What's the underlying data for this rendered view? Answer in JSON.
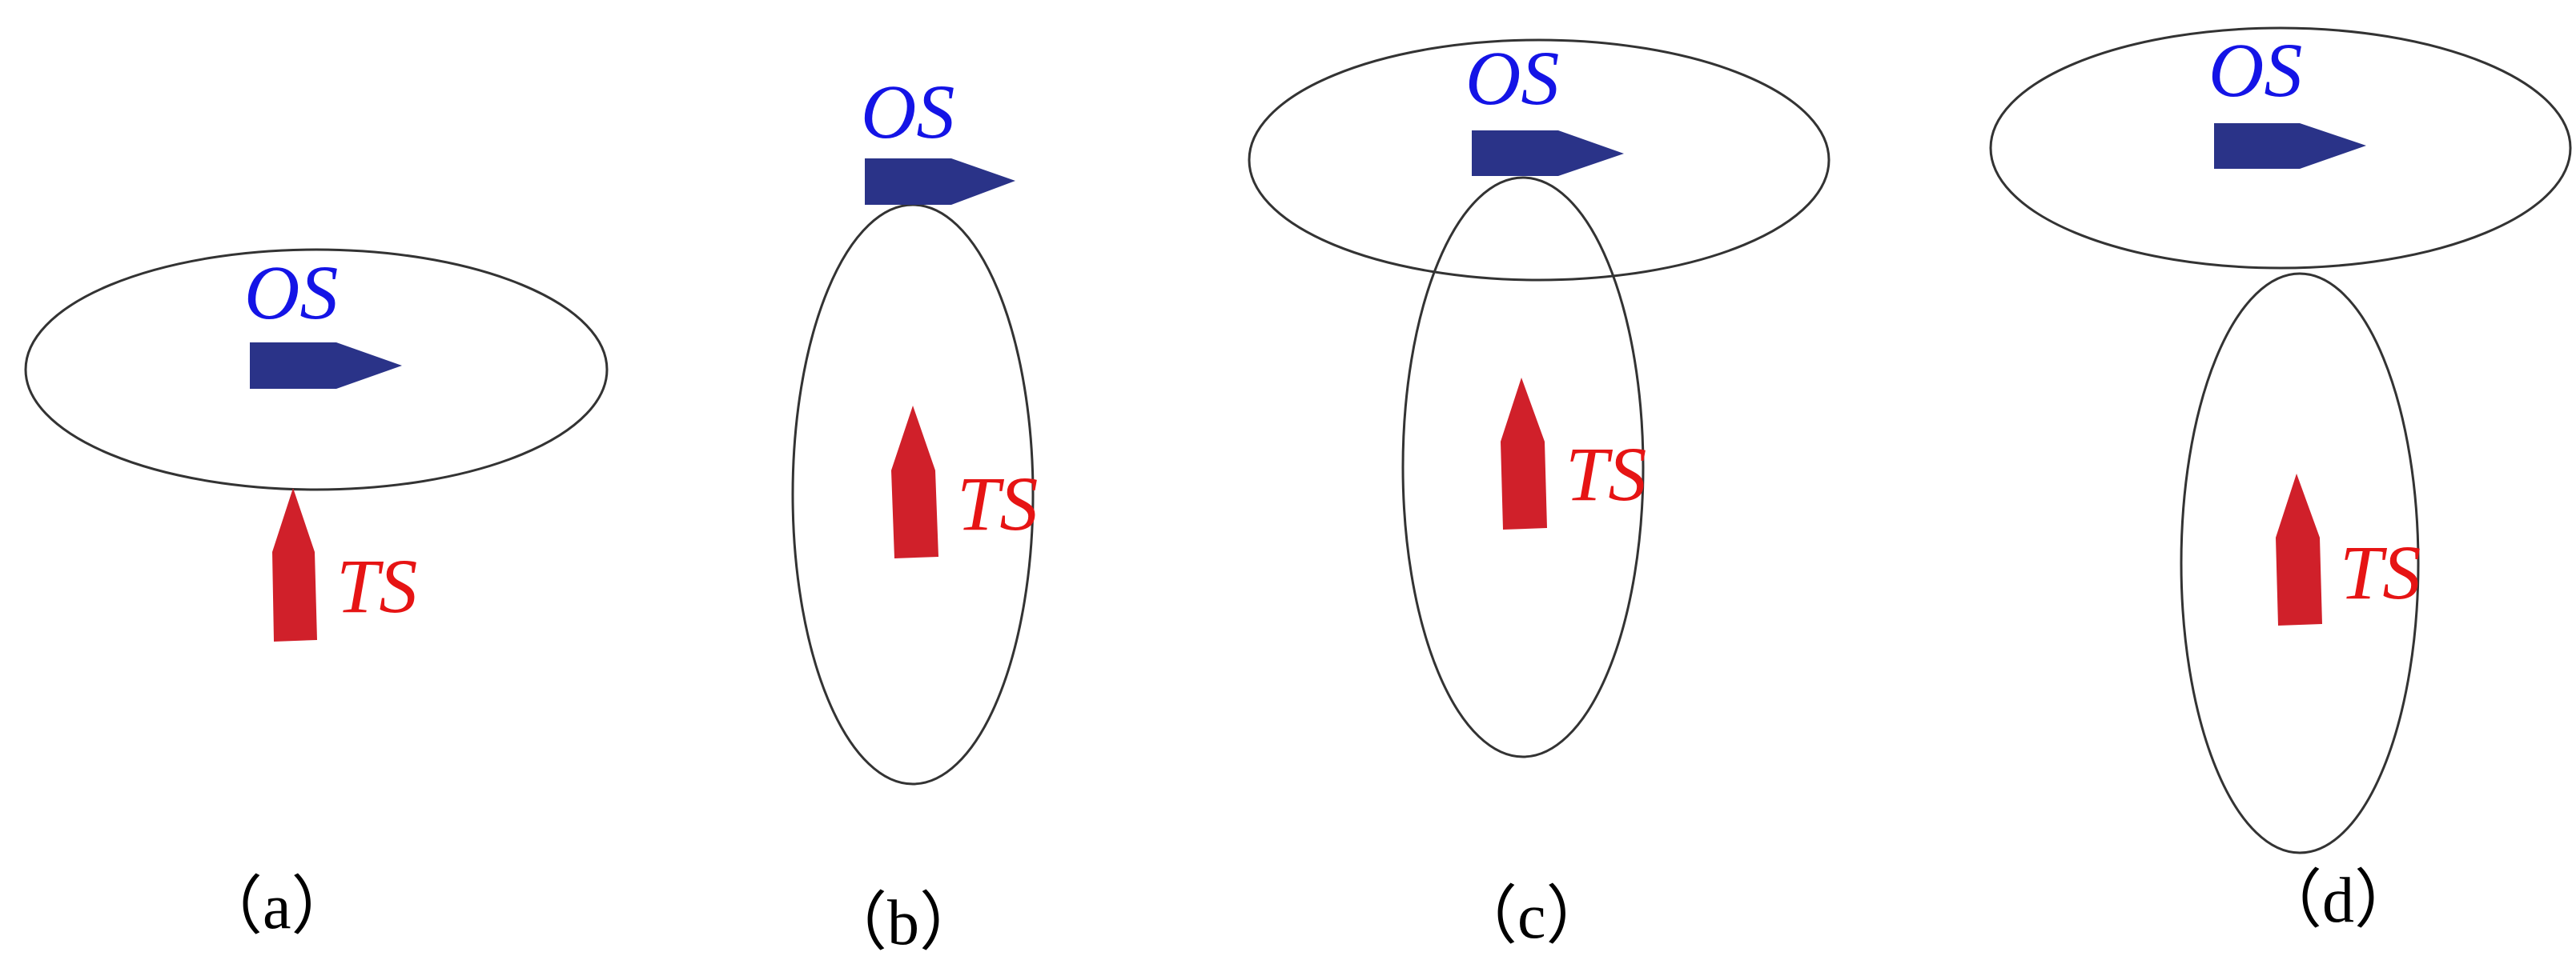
{
  "colors": {
    "own_ship": "#2a3388",
    "target_ship": "#d0202a",
    "own_ship_label": "#1414e6",
    "target_ship_label": "#e61414",
    "domain_outline": "#333333"
  },
  "labels": {
    "own_ship": "OS",
    "target_ship": "TS"
  },
  "panels": [
    {
      "caption": "（a）",
      "own_ship_label": "OS",
      "target_ship_label": "TS"
    },
    {
      "caption": "（b）",
      "own_ship_label": "OS",
      "target_ship_label": "TS"
    },
    {
      "caption": "（c）",
      "own_ship_label": "OS",
      "target_ship_label": "TS"
    },
    {
      "caption": "（d）",
      "own_ship_label": "OS",
      "target_ship_label": "TS"
    }
  ]
}
